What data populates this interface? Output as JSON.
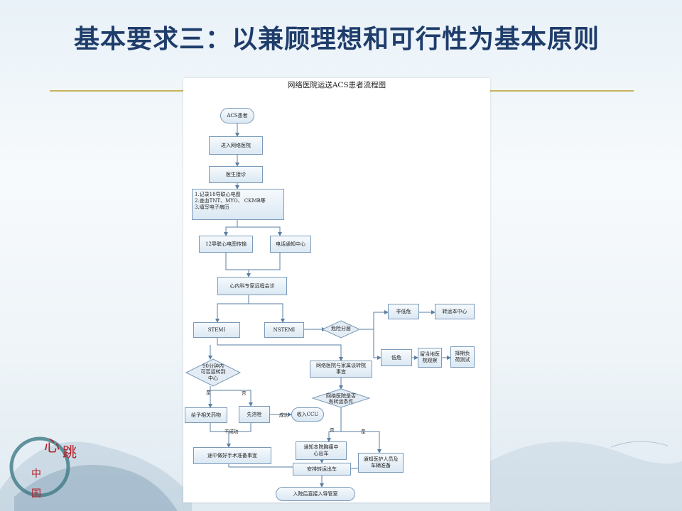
{
  "slide": {
    "title": "基本要求三：以兼顾理想和可行性为基本原则",
    "accent": "#c8b25a",
    "title_color": "#1f3d6b"
  },
  "flowchart": {
    "title": "网络医院运送ACS患者流程图",
    "nodes": {
      "acs": "ACS患者",
      "enter": "进入网络医院",
      "doctor": "医生接诊",
      "record": "1.记录18导联心电图\n2.查血TNT、MYO、 CKMB等\n3.填写电子病历",
      "ecg": "12导联心电图传输",
      "phone": "电话通知中心",
      "consult": "心内科专家远程会诊",
      "stemi": "STEMI",
      "nstemi": "NSTEMI",
      "risk": "危险分层",
      "nonlow": "非低危",
      "transfer_center": "转运本中心",
      "low": "低危",
      "stay": "留当地医\n院观察",
      "stress": "择期负\n荷测试",
      "q90": "90分钟内\n可否运转到\n中心",
      "family": "网络医院与家属谈转院\n事宜",
      "cond": "网络医院是否\n有转运条件",
      "drugs": "给予相关药物",
      "thrombolysis": "先溶栓",
      "ccu": "收入CCU",
      "notify_chest": "通知本院胸痛中\n心出车",
      "notify_staff": "通知医护人员及\n车辆准备",
      "prepare": "途中做好手术准备事宜",
      "arrange": "安排转运出车",
      "cathlab": "入院后直接入导管室"
    },
    "edge_labels": {
      "yes1": "是",
      "no1": "否",
      "success": "成功",
      "fail": "不成功",
      "no2": "否",
      "yes2": "是"
    }
  },
  "logo": {
    "text": "心跳中国"
  }
}
